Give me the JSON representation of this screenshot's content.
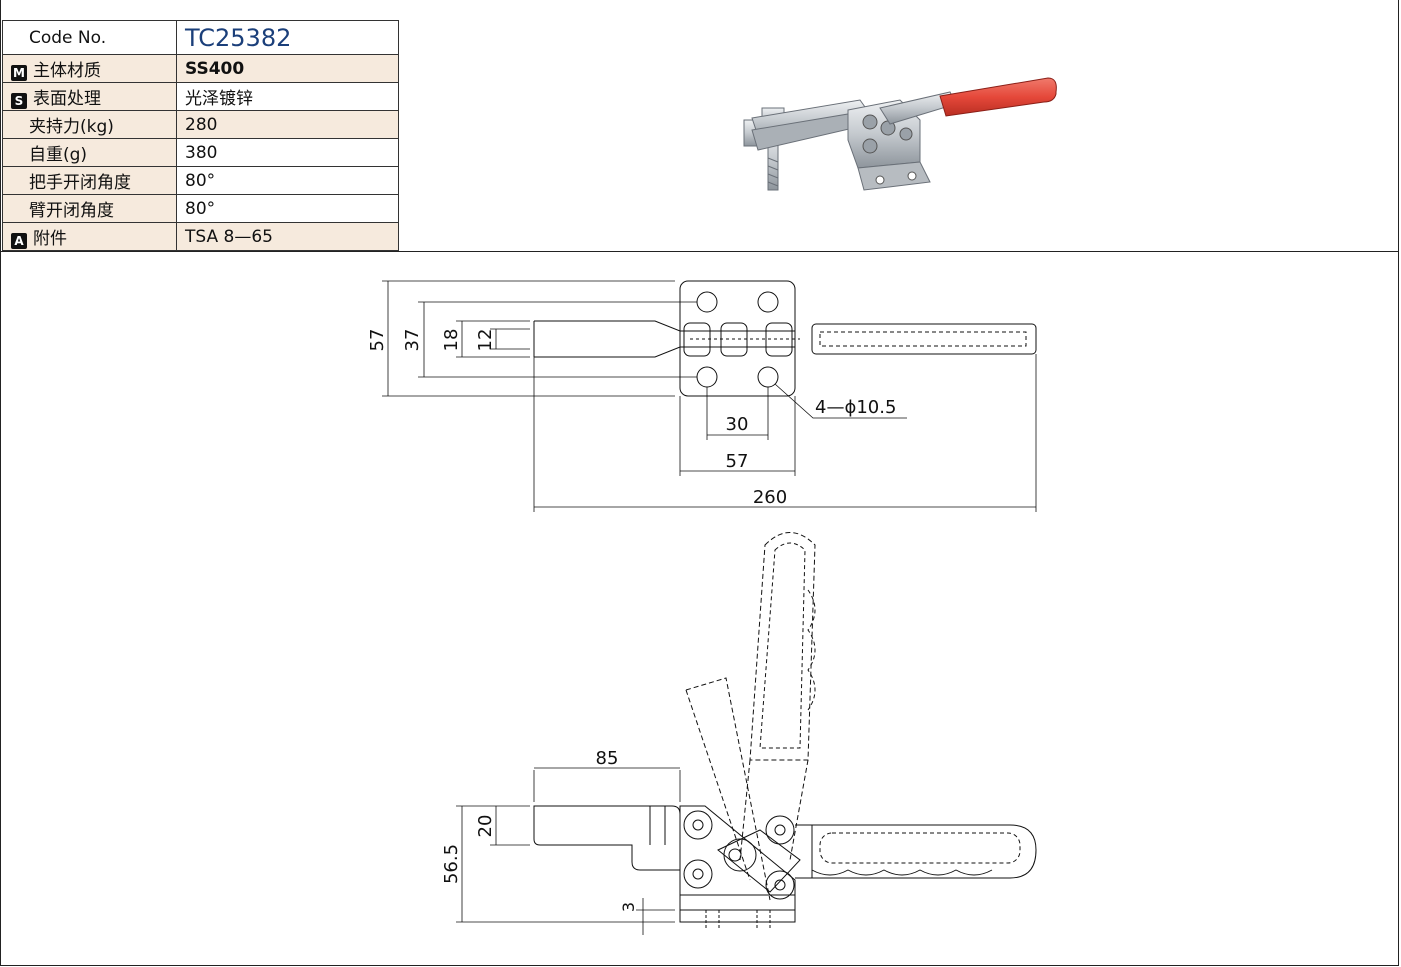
{
  "specs": {
    "code_label": "Code No.",
    "code_value": "TC25382",
    "rows": [
      {
        "badge": "M",
        "label": "主体材质",
        "value": "SS400"
      },
      {
        "badge": "S",
        "label": "表面处理",
        "value": "光泽镀锌"
      },
      {
        "badge": "",
        "label": "夹持力(kg)",
        "value": "280"
      },
      {
        "badge": "",
        "label": "自重(g)",
        "value": "380"
      },
      {
        "badge": "",
        "label": "把手开闭角度",
        "value": "80°"
      },
      {
        "badge": "",
        "label": "臂开闭角度",
        "value": "80°"
      },
      {
        "badge": "A",
        "label": "附件",
        "value": "TSA 8—65"
      }
    ]
  },
  "top_view": {
    "dims": {
      "h_57": "57",
      "h_37": "37",
      "h_18": "18",
      "h_12": "12",
      "w_30": "30",
      "w_57": "57",
      "w_260": "260",
      "holes": "4—ϕ10.5"
    }
  },
  "side_view": {
    "dims": {
      "w_85": "85",
      "h_20": "20",
      "h_56_5": "56.5",
      "h_3": "3"
    }
  },
  "colors": {
    "handle_red": "#e5483a",
    "zinc": "#c9ced3",
    "label_bg": "#f6eadd",
    "code_blue": "#1b3f7a"
  }
}
